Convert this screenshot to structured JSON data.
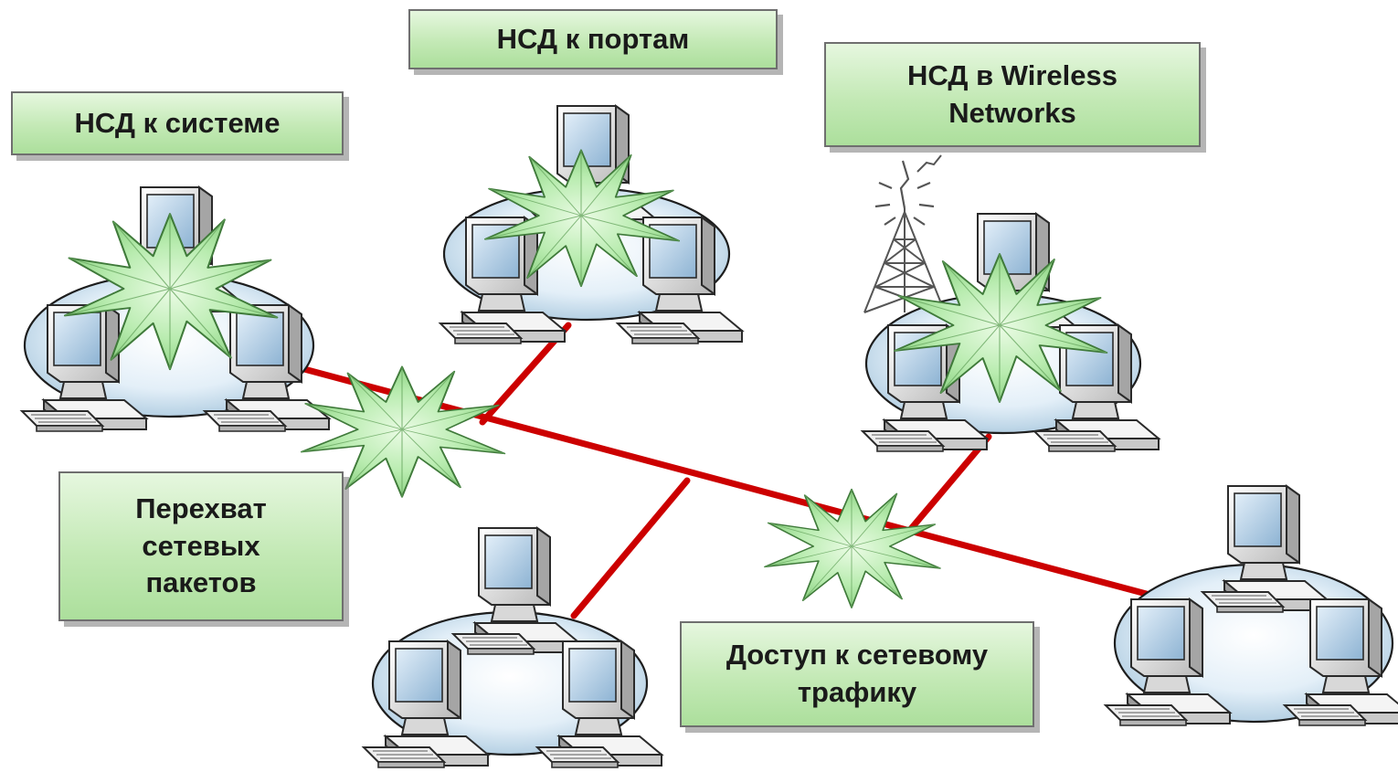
{
  "labels": {
    "ports": "НСД к портам",
    "system": "НСД к системе",
    "wireless": "НСД в Wireless\nNetworks",
    "intercept": "Перехват\nсетевых\nпакетов",
    "traffic": "Доступ к сетевому\nтрафику"
  },
  "colors": {
    "link": "#cc0000",
    "cloud": "#cfe4f3",
    "burst": "#b6ecb0",
    "label_fill": "#c3e9b5"
  },
  "icons": [
    "computer-icon",
    "cloud-icon",
    "attack-burst-icon",
    "radio-tower-icon"
  ]
}
